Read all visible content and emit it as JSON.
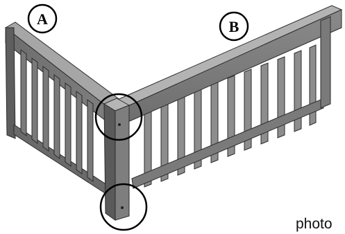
{
  "labels": {
    "a": "A",
    "b": "B"
  },
  "credit": "photo",
  "colors": {
    "background": "#ffffff",
    "wood_dark": "#585858",
    "wood_mid": "#7a7a7a",
    "wood_light": "#9a9a9a",
    "wood_top": "#b3b3b3",
    "outline": "#2b2b2b",
    "callout": "#000000"
  }
}
